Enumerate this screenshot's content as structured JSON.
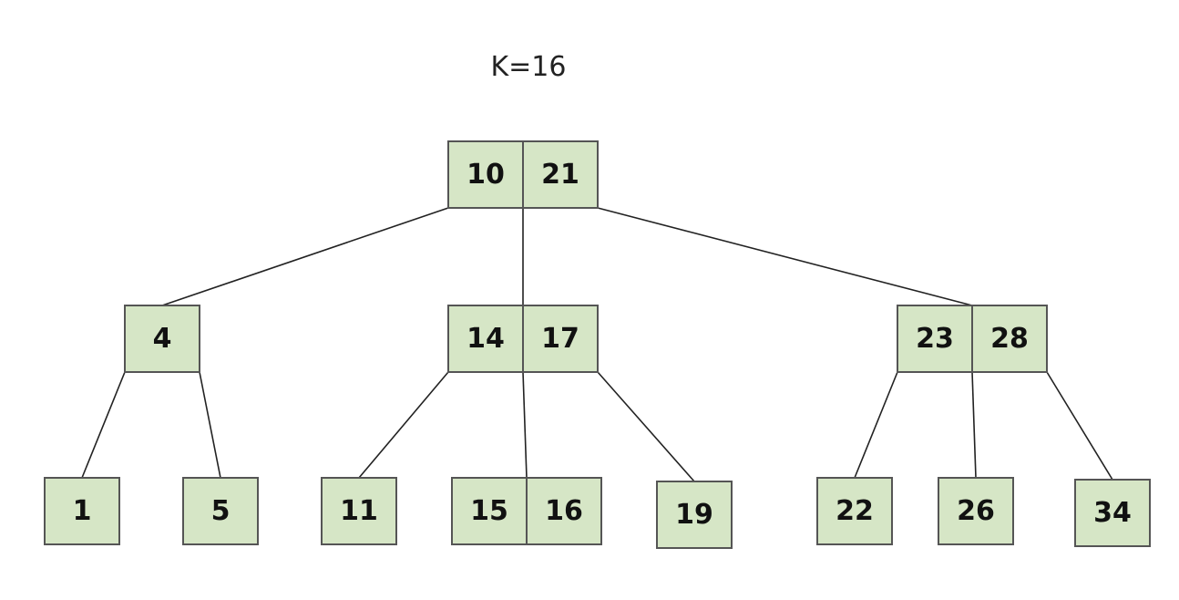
{
  "caption": "K=16",
  "colors": {
    "node_fill": "#d6e6c6",
    "node_stroke": "#555555",
    "edge": "#222222"
  },
  "tree": {
    "nodes": [
      {
        "id": "root",
        "keys": [
          "10",
          "21"
        ]
      },
      {
        "id": "n4",
        "keys": [
          "4"
        ]
      },
      {
        "id": "n14-17",
        "keys": [
          "14",
          "17"
        ]
      },
      {
        "id": "n23-28",
        "keys": [
          "23",
          "28"
        ]
      },
      {
        "id": "n1",
        "keys": [
          "1"
        ]
      },
      {
        "id": "n5",
        "keys": [
          "5"
        ]
      },
      {
        "id": "n11",
        "keys": [
          "11"
        ]
      },
      {
        "id": "n15-16",
        "keys": [
          "15",
          "16"
        ]
      },
      {
        "id": "n19",
        "keys": [
          "19"
        ]
      },
      {
        "id": "n22",
        "keys": [
          "22"
        ]
      },
      {
        "id": "n26",
        "keys": [
          "26"
        ]
      },
      {
        "id": "n34",
        "keys": [
          "34"
        ]
      }
    ],
    "edges": [
      {
        "from": "root",
        "to": "n4"
      },
      {
        "from": "root",
        "to": "n14-17"
      },
      {
        "from": "root",
        "to": "n23-28"
      },
      {
        "from": "n4",
        "to": "n1"
      },
      {
        "from": "n4",
        "to": "n5"
      },
      {
        "from": "n14-17",
        "to": "n11"
      },
      {
        "from": "n14-17",
        "to": "n15-16"
      },
      {
        "from": "n14-17",
        "to": "n19"
      },
      {
        "from": "n23-28",
        "to": "n22"
      },
      {
        "from": "n23-28",
        "to": "n26"
      },
      {
        "from": "n23-28",
        "to": "n34"
      }
    ]
  }
}
